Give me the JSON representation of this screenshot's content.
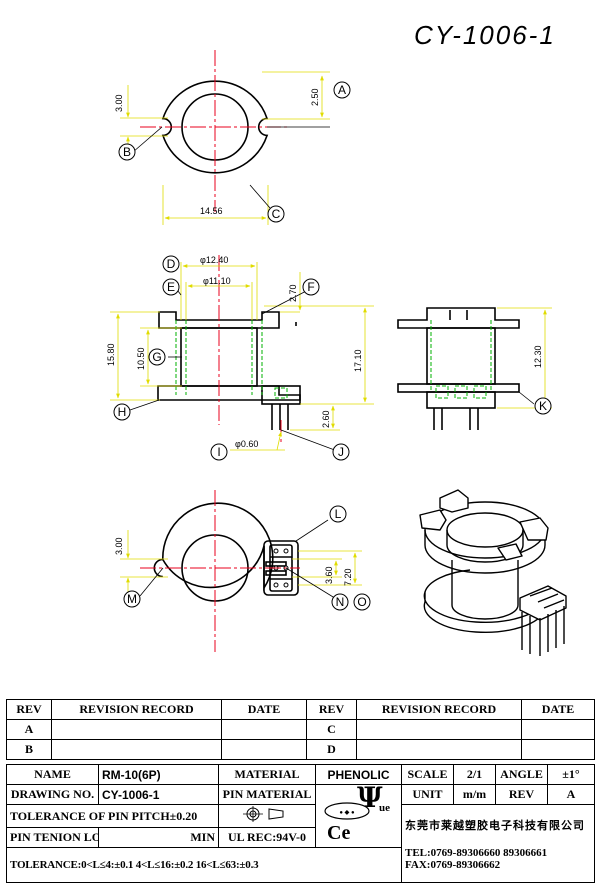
{
  "title": "CY-1006-1",
  "dimensions": {
    "d_250": "2.50",
    "d_300_top": "3.00",
    "d_1456": "14.56",
    "d_1240": "φ12.40",
    "d_1110": "φ11.10",
    "d_270": "2.70",
    "d_1580": "15.80",
    "d_1050": "10.50",
    "d_1710": "17.10",
    "d_1230": "12.30",
    "d_260": "2.60",
    "d_060": "φ0.60",
    "d_300_bot": "3.00",
    "d_360": "3.60",
    "d_720": "7.20"
  },
  "markers": {
    "A": "A",
    "B": "B",
    "C": "C",
    "D": "D",
    "E": "E",
    "F": "F",
    "G": "G",
    "H": "H",
    "I": "I",
    "J": "J",
    "K": "K",
    "L": "L",
    "M": "M",
    "N": "N",
    "O": "O"
  },
  "revisions": {
    "headers": [
      "REV",
      "REVISION RECORD",
      "DATE",
      "REV",
      "REVISION RECORD",
      "DATE"
    ],
    "rows": [
      [
        "A",
        "",
        "",
        "C",
        "",
        ""
      ],
      [
        "B",
        "",
        "",
        "D",
        "",
        ""
      ]
    ]
  },
  "spec": {
    "name_label": "NAME",
    "name_value": "RM-10(6P)",
    "material_label": "MATERIAL",
    "material_value": "PHENOLIC",
    "scale_label": "SCALE",
    "scale_value": "2/1",
    "angle_label": "ANGLE",
    "angle_value": "±1°",
    "drawing_label": "DRAWING NO.",
    "drawing_value": "CY-1006-1",
    "pin_material_label": "PIN MATERIAL",
    "unit_label": "UNIT",
    "unit_value": "m/m",
    "rev_label": "REV",
    "rev_value": "A",
    "pitch_tolerance": "TOLERANCE OF PIN PITCH±0.20",
    "tension_label": "PIN TENION LOAD",
    "tension_min": "MIN",
    "ul_rec": "UL REC:94V-0",
    "tolerance_line": "TOLERANCE:0<L≤4:±0.1  4<L≤16:±0.2  16<L≤63:±0.3",
    "company_name": "东莞市莱越塑胶电子科技有限公司",
    "tel": "TEL:0769-89306660 89306661",
    "fax": "FAX:0769-89306662",
    "logo_letters": "Ce",
    "logo_sub": "ue"
  },
  "colors": {
    "centerline": "#e8001c",
    "dimension": "#e0dc00",
    "hidden": "#00b000",
    "outline": "#000000"
  }
}
